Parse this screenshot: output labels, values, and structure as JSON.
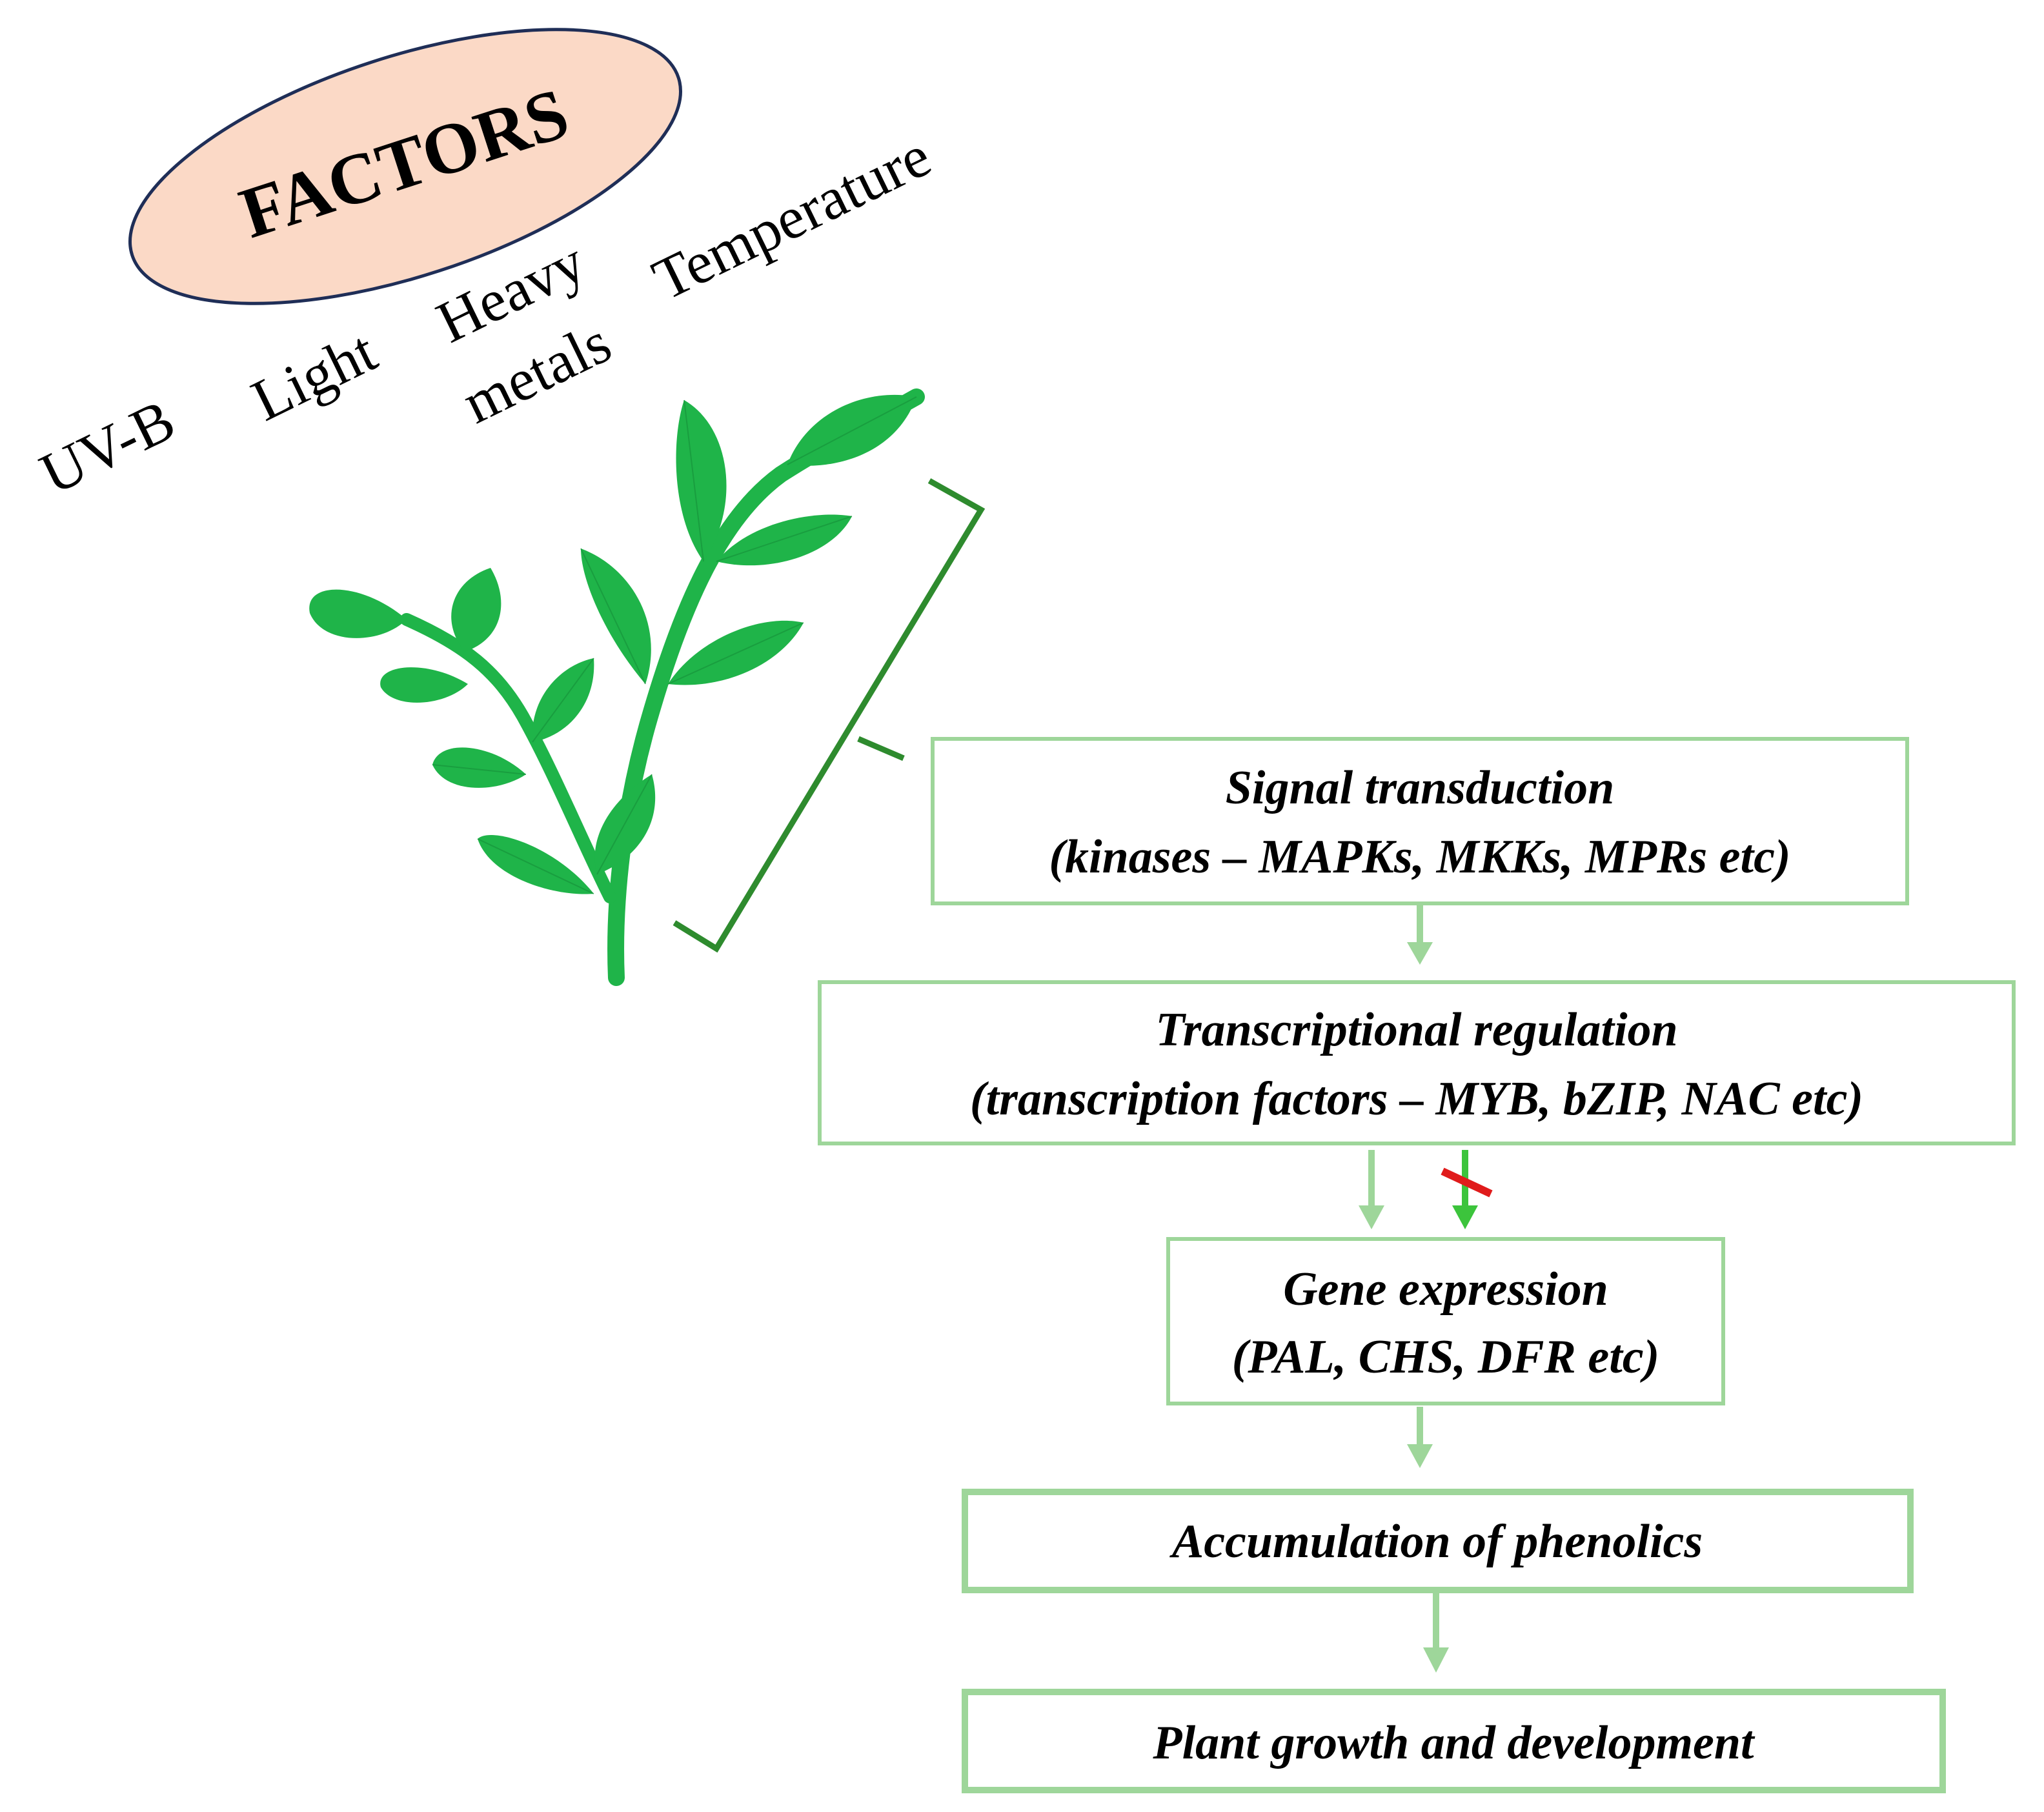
{
  "factors": {
    "title": "FACTORS",
    "items": [
      "UV-B",
      "Light",
      "Heavy",
      "metals",
      "Temperature"
    ]
  },
  "colors": {
    "ellipse_fill": "#fbd9c6",
    "ellipse_stroke": "#1f2e57",
    "box_border": "#9ed69a",
    "arrow": "#9ed69a",
    "inhibit_arrow": "#3cc43c",
    "inhibit_bar": "#e01b1b",
    "leaf": "#1fb449",
    "bracket": "#2e8b2e"
  },
  "boxes": {
    "signal": {
      "line1": "Signal transduction",
      "line2": "(kinases – MAPKs, MKKs, MPRs etc)"
    },
    "transcription": {
      "line1": "Transcriptional regulation",
      "line2": "(transcription factors – MYB, bZIP, NAC etc)"
    },
    "gene": {
      "line1": "Gene expression",
      "line2": "(PAL, CHS, DFR etc)"
    },
    "phenolics": {
      "line1": "Accumulation of phenolics"
    },
    "growth": {
      "line1": "Plant growth and development"
    }
  }
}
